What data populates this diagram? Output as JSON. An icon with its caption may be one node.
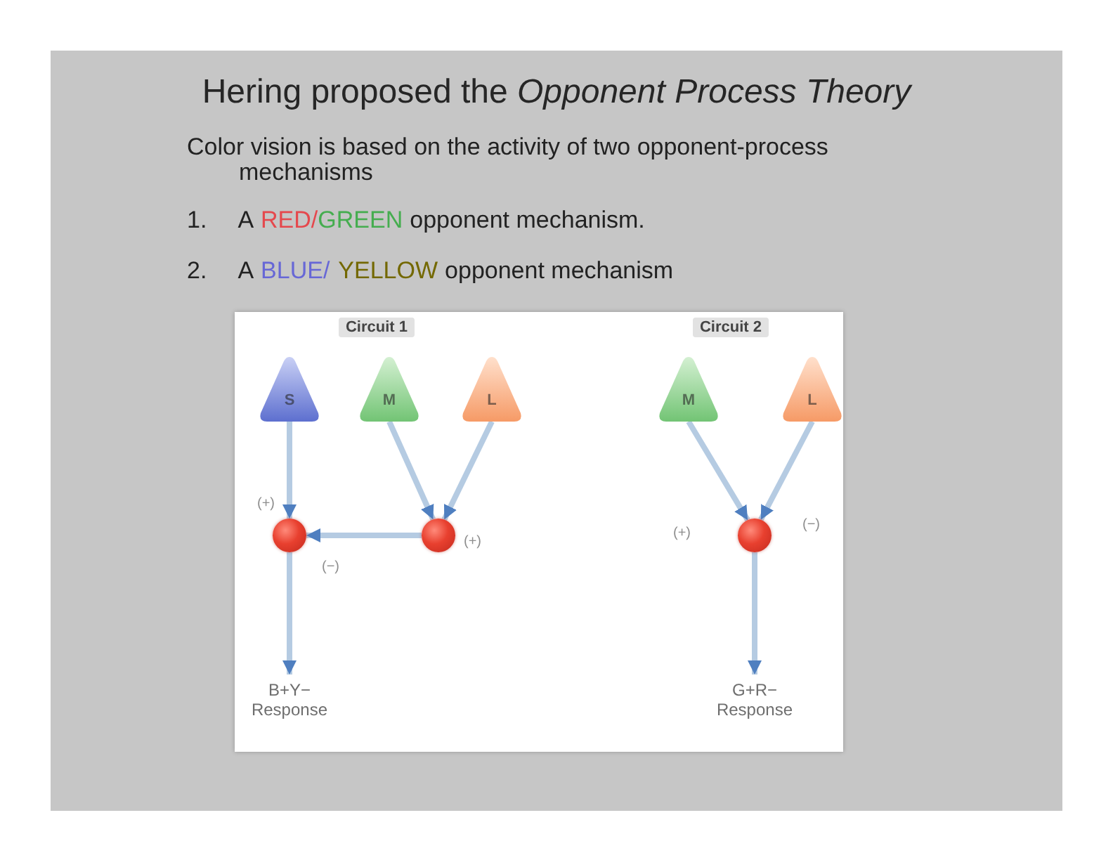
{
  "diagram": {
    "title": "Hering proposed the *Opponent Process Theory*",
    "nodes": [
      {
        "text": [
          "S"
        ]
      },
      {
        "text": [
          "M"
        ]
      },
      {
        "text": [
          "L"
        ]
      },
      {
        "text": [],
        "shape": "circle"
      },
      {
        "text": [],
        "shape": "circle",
        "beside": [
          "(+)"
        ]
      },
      {
        "text": [
          "B+Y− Response"
        ]
      },
      {
        "text": [
          "M"
        ]
      },
      {
        "text": [
          "L"
        ]
      },
      {
        "text": [],
        "shape": "circle"
      },
      {
        "text": [
          "G+R− Response"
        ]
      }
    ],
    "edges": [
      {
        "from": 0,
        "to": 3,
        "arrow": "to",
        "label": "(+)"
      },
      {
        "from": 1,
        "to": 4,
        "arrow": "to"
      },
      {
        "from": 2,
        "to": 4,
        "arrow": "to"
      },
      {
        "from": 4,
        "to": 3,
        "arrow": "to",
        "label": "(−)"
      },
      {
        "from": 3,
        "to": 5,
        "arrow": "to"
      },
      {
        "from": 6,
        "to": 8,
        "arrow": "to",
        "label": "(+)"
      },
      {
        "from": 7,
        "to": 8,
        "arrow": "to",
        "label": "(−)"
      },
      {
        "from": 8,
        "to": 9,
        "arrow": "to"
      }
    ],
    "labels": [
      "Color vision is based on the activity of two opponent-process mechanisms",
      "1.",
      "A",
      "RED/",
      "GREEN",
      "opponent mechanism.",
      "2.",
      "A",
      "BLUE/",
      "YELLOW",
      "opponent mechanism",
      "Circuit 1",
      "Circuit 2"
    ]
  }
}
